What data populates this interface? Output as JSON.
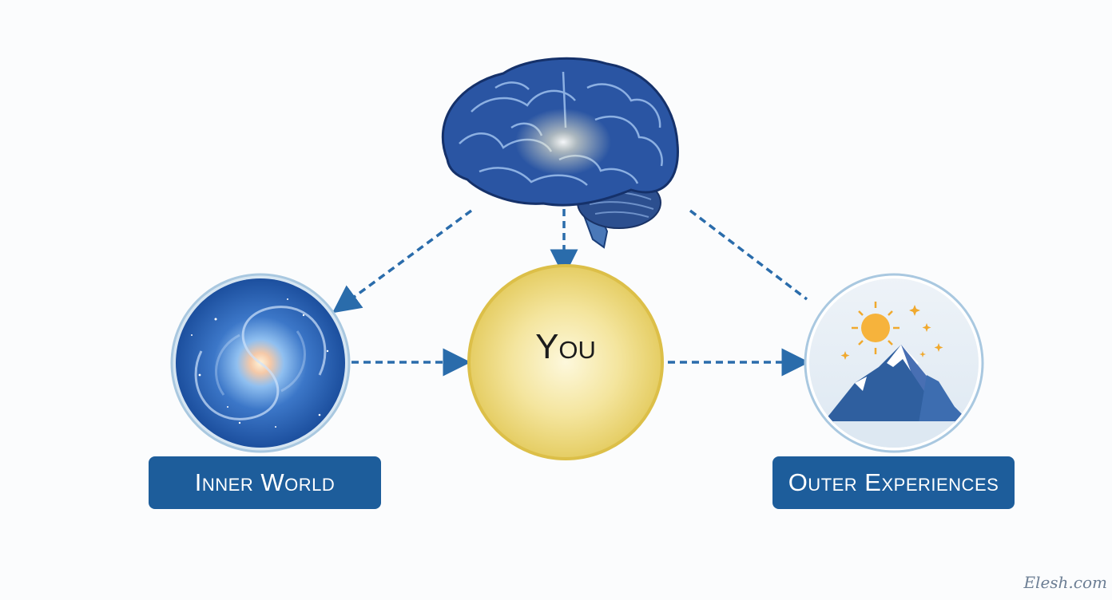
{
  "diagram": {
    "center_label": "You",
    "left_label": "Inner World",
    "right_label": "Outer Experiences",
    "watermark": "Elesh.com"
  },
  "colors": {
    "label_bg": "#1d5d9b",
    "arrow": "#2a6cab",
    "gold_center": "#f8efbb",
    "gold_edge": "#e2c64c",
    "galaxy_blue": "#2f62b3",
    "brain_blue": "#2a55a3"
  },
  "icons": {
    "top": "brain-icon",
    "left": "galaxy-icon",
    "right": "mountain-sun-icon"
  }
}
